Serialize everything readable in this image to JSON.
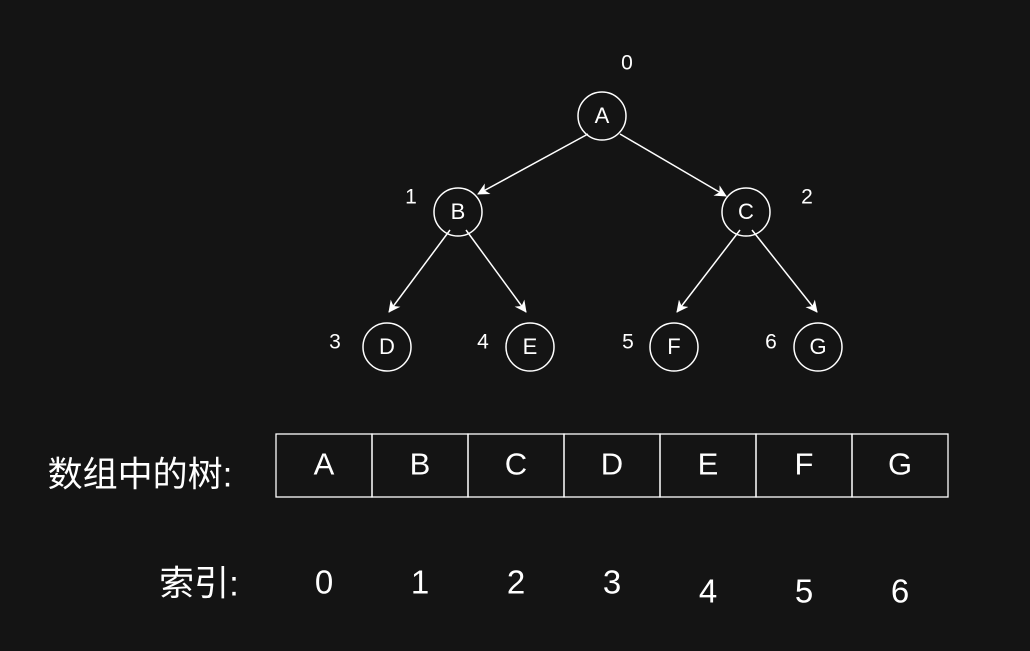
{
  "tree": {
    "nodes": [
      {
        "label": "A",
        "index": "0"
      },
      {
        "label": "B",
        "index": "1"
      },
      {
        "label": "C",
        "index": "2"
      },
      {
        "label": "D",
        "index": "3"
      },
      {
        "label": "E",
        "index": "4"
      },
      {
        "label": "F",
        "index": "5"
      },
      {
        "label": "G",
        "index": "6"
      }
    ],
    "edges": [
      {
        "from": "A",
        "to": "B"
      },
      {
        "from": "A",
        "to": "C"
      },
      {
        "from": "B",
        "to": "D"
      },
      {
        "from": "B",
        "to": "E"
      },
      {
        "from": "C",
        "to": "F"
      },
      {
        "from": "C",
        "to": "G"
      }
    ]
  },
  "array": {
    "label": "数组中的树:",
    "cells": [
      "A",
      "B",
      "C",
      "D",
      "E",
      "F",
      "G"
    ]
  },
  "indices": {
    "label": "索引:",
    "values": [
      "0",
      "1",
      "2",
      "3",
      "4",
      "5",
      "6"
    ]
  },
  "colors": {
    "background": "#141414",
    "foreground": "#ffffff"
  }
}
